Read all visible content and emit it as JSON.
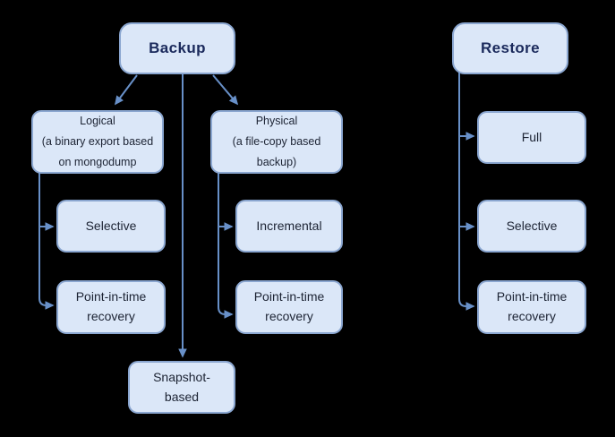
{
  "colors": {
    "background": "#000000",
    "box_fill": "#dbe7f8",
    "box_border": "#8aa6d0",
    "arrow": "#6890c8",
    "title_text": "#1b2a5c",
    "node_text": "#1c2333"
  },
  "diagram": {
    "backup_tree": {
      "root": {
        "label": "Backup"
      },
      "logical": {
        "label": "Logical\n(a binary export based\non mongodump"
      },
      "physical": {
        "label": "Physical\n(a file-copy based\nbackup)"
      },
      "logical_selective": {
        "label": "Selective"
      },
      "logical_point_in_time": {
        "label": "Point-in-time\nrecovery"
      },
      "physical_incremental": {
        "label": "Incremental"
      },
      "physical_point_in_time": {
        "label": "Point-in-time\nrecovery"
      },
      "snapshot_based": {
        "label": "Snapshot-\nbased"
      }
    },
    "restore_tree": {
      "root": {
        "label": "Restore"
      },
      "full": {
        "label": "Full"
      },
      "selective": {
        "label": "Selective"
      },
      "point_in_time": {
        "label": "Point-in-time\nrecovery"
      }
    }
  }
}
